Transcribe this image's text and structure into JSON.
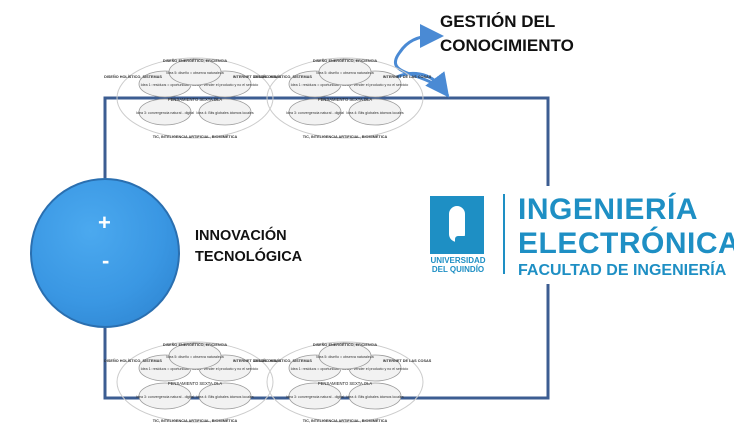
{
  "labels": {
    "gestion_line1": "GESTIÓN DEL",
    "gestion_line2": "CONOCIMIENTO",
    "innovacion_line1": "INNOVACIÓN",
    "innovacion_line2": "TECNOLÓGICA"
  },
  "battery": {
    "plus": "+",
    "minus": "-"
  },
  "logo": {
    "university_line1": "UNIVERSIDAD",
    "university_line2": "DEL QUINDÍO",
    "title_line1": "INGENIERÍA",
    "title_line2": "ELECTRÓNICA",
    "title_line3": "FACULTAD DE INGENIERÍA"
  },
  "colors": {
    "wire": "#3c5d92",
    "arrow": "#4a8ad4",
    "battery": "#3a97e3",
    "logo": "#1e8fc4"
  },
  "resistor_cluster": {
    "center": "PENSAMIENTO SEXTA OLA",
    "ideas": [
      "Idea 1: residuos = oportunidad",
      "Idea 2: vender el producto y no el servicio",
      "Idea 3: convergencia natural - digital",
      "Idea 4: Bits globales átomos locales",
      "Idea 5: diseño = observa naturaleza"
    ],
    "outer_top": "DISEÑO ENERGÉTICO, EFICIENCIA",
    "outer_left": "DISEÑO HOLÍSTICO, SISTEMAS",
    "outer_right": "INTERNET DE LAS COSAS",
    "outer_bottom": "TIC, INTELIGENCIA ARTIFICIAL, BIOMIMÉTICA"
  }
}
